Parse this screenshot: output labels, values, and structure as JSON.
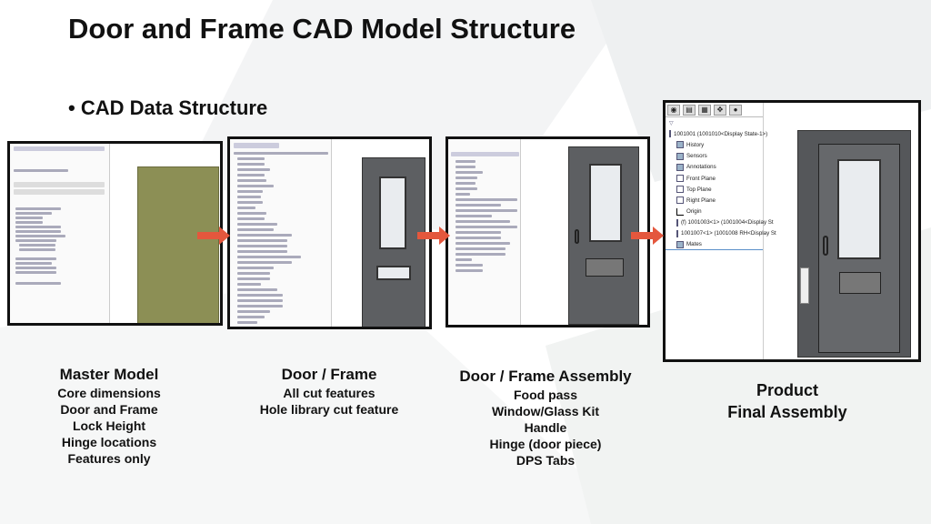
{
  "slide": {
    "title": "Door and Frame CAD Model Structure",
    "bullet": "CAD Data Structure"
  },
  "colors": {
    "arrow": "#e4573d",
    "door": "#5d5f62",
    "master_door": "#8c8f55"
  },
  "columns": [
    {
      "heading": "Master Model",
      "lines": [
        "Core dimensions",
        "Door and Frame",
        "Lock Height",
        "Hinge locations",
        "Features only"
      ]
    },
    {
      "heading": "Door / Frame",
      "lines": [
        "All cut features",
        "Hole library cut feature"
      ]
    },
    {
      "heading": "Door / Frame Assembly",
      "lines": [
        "Food pass",
        "Window/Glass Kit",
        "Handle",
        "Hinge (door piece)",
        "DPS Tabs"
      ]
    },
    {
      "heading": "Product",
      "lines": [
        "Final Assembly"
      ]
    }
  ],
  "final_tree": {
    "tabs": [
      "part-icon",
      "property-icon",
      "config-icon",
      "target-icon",
      "appearance-icon"
    ],
    "items": [
      "1001001  (1001010<Display State-1>)",
      "History",
      "Sensors",
      "Annotations",
      "Front Plane",
      "Top Plane",
      "Right Plane",
      "Origin",
      "(f) 1001003<1> (1001004<Display St",
      "1001007<1> (1001008 RH<Display St",
      "Mates"
    ]
  }
}
